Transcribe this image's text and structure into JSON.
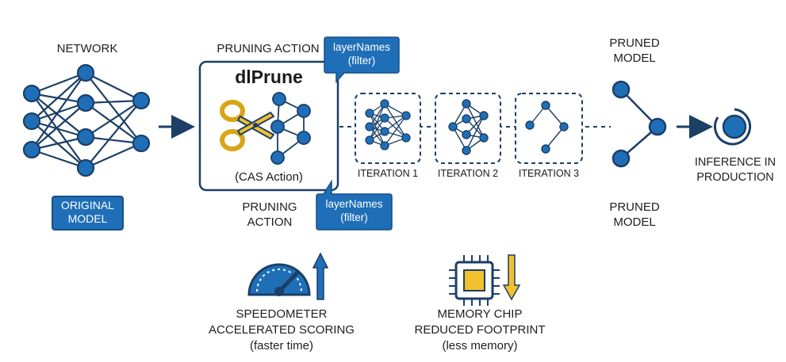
{
  "network_label": "NETWORK",
  "original_model_label": [
    "ORIGINAL",
    "MODEL"
  ],
  "pruning_action_top": "PRUNING ACTION",
  "callout_top": [
    "layerNames",
    "(filter)"
  ],
  "dlprune_title": "dlPrune",
  "cas_action": "(CAS Action)",
  "pruning_action_bottom": [
    "PRUNING",
    "ACTION"
  ],
  "callout_bottom": [
    "layerNames",
    "(filter)"
  ],
  "iterations": [
    "ITERATION 1",
    "ITERATION 2",
    "ITERATION 3"
  ],
  "pruned_model_top": [
    "PRUNED",
    "MODEL"
  ],
  "pruned_model_bottom": [
    "PRUNED",
    "MODEL"
  ],
  "inference_label": [
    "INFERENCE IN",
    "PRODUCTION"
  ],
  "speedometer": [
    "SPEEDOMETER",
    "ACCELERATED SCORING",
    "(faster time)"
  ],
  "memory": [
    "MEMORY CHIP",
    "REDUCED FOOTPRINT",
    "(less memory)"
  ],
  "colors": {
    "primary": "#1f6fb8",
    "dark": "#1b3f66",
    "accent": "#f2c12e"
  },
  "icons": [
    "scissors-icon",
    "speedometer-icon",
    "up-arrow-icon",
    "memory-chip-icon",
    "down-arrow-icon",
    "target-icon"
  ]
}
